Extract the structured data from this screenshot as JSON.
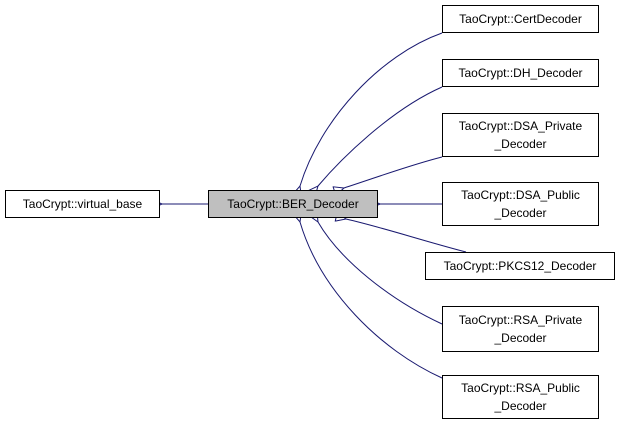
{
  "colors": {
    "edge": "#191970",
    "node_border": "#000000",
    "current_fill": "#bfbfbf"
  },
  "nodes": {
    "virtual_base": {
      "lines": [
        "TaoCrypt::virtual_base"
      ]
    },
    "ber_decoder": {
      "lines": [
        "TaoCrypt::BER_Decoder"
      ]
    },
    "cert_decoder": {
      "lines": [
        "TaoCrypt::CertDecoder"
      ]
    },
    "dh_decoder": {
      "lines": [
        "TaoCrypt::DH_Decoder"
      ]
    },
    "dsa_private_decoder": {
      "lines": [
        "TaoCrypt::DSA_Private",
        "_Decoder"
      ]
    },
    "dsa_public_decoder": {
      "lines": [
        "TaoCrypt::DSA_Public",
        "_Decoder"
      ]
    },
    "pkcs12_decoder": {
      "lines": [
        "TaoCrypt::PKCS12_Decoder"
      ]
    },
    "rsa_private_decoder": {
      "lines": [
        "TaoCrypt::RSA_Private",
        "_Decoder"
      ]
    },
    "rsa_public_decoder": {
      "lines": [
        "TaoCrypt::RSA_Public",
        "_Decoder"
      ]
    }
  }
}
